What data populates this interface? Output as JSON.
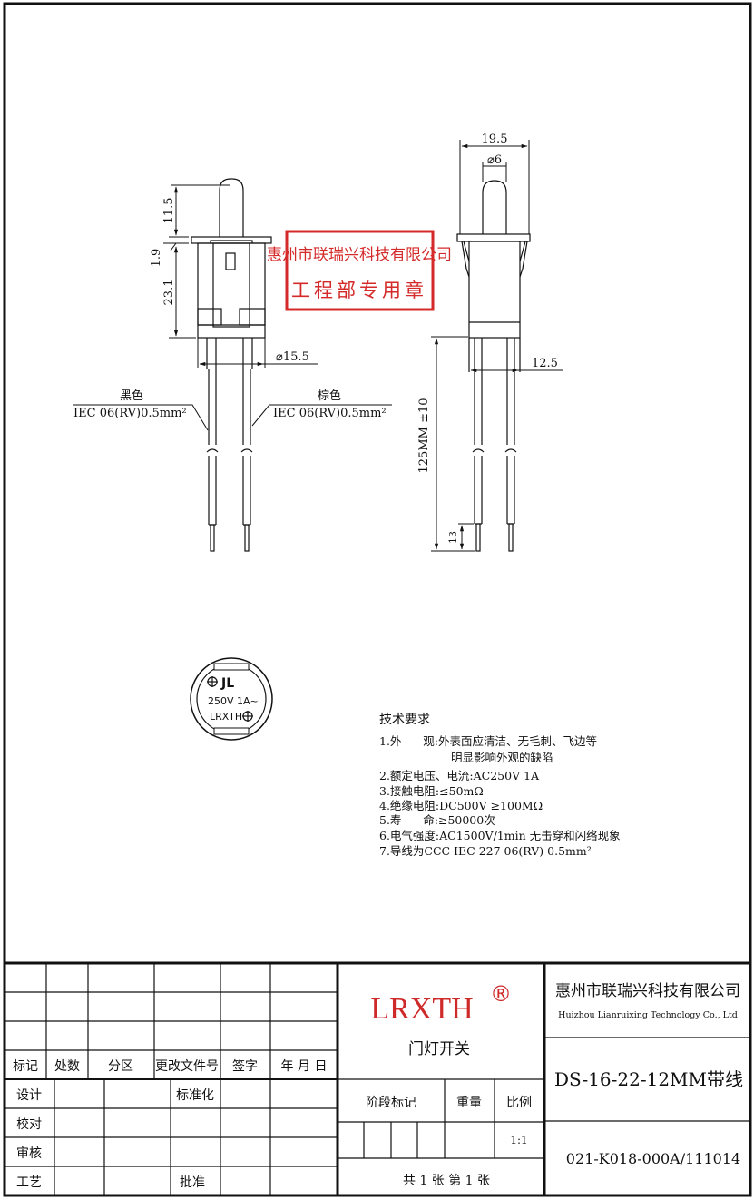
{
  "drawing": {
    "stamp": {
      "line1": "惠州市联瑞兴科技有限公司",
      "line2": "工程部专用章",
      "color": "#d42a2a"
    },
    "front_view": {
      "dims": {
        "top_height": "11.5",
        "flange": "1.9",
        "body_height": "23.1",
        "diameter": "⌀15.5"
      },
      "wire_left": {
        "color_label": "黑色",
        "spec": "IEC 06(RV)0.5mm²"
      },
      "wire_right": {
        "color_label": "棕色",
        "spec": "IEC 06(RV)0.5mm²"
      }
    },
    "side_view": {
      "dims": {
        "width": "19.5",
        "plunger_diameter": "⌀6",
        "pin_spacing": "12.5",
        "wire_length": "125MM ±10",
        "strip_length": "13"
      }
    },
    "marking": {
      "line1": "JL",
      "line2": "250V 1A~",
      "line3": "LRXTH"
    },
    "requirements": {
      "title": "技术要求",
      "items": [
        "1.外      观:外表面应清洁、无毛刺、飞边等",
        "明显影响外观的缺陷",
        "2.额定电压、电流:AC250V 1A",
        "3.接触电阻:≤50mΩ",
        "4.绝缘电阻:DC500V ≥100MΩ",
        "5.寿      命:≥50000次",
        "6.电气强度:AC1500V/1min 无击穿和闪络现象",
        "7.导线为CCC IEC 227 06(RV) 0.5mm²"
      ]
    }
  },
  "title_block": {
    "revision_headers": [
      "标记",
      "处数",
      "分区",
      "更改文件号",
      "签字",
      "年 月 日"
    ],
    "approval_rows": [
      "设计",
      "校对",
      "审核",
      "工艺"
    ],
    "standardization": "标准化",
    "approve": "批准",
    "brand": "LRXTH",
    "registered": "®",
    "brand_color": "#cf2a2a",
    "product_name": "门灯开关",
    "stage_mark": "阶段标记",
    "weight": "重量",
    "scale": "比例",
    "scale_value": "1:1",
    "sheets": "共 1 张 第 1 张",
    "company_cn": "惠州市联瑞兴科技有限公司",
    "company_en": "Huizhou Lianruixing Technology Co., Ltd",
    "model": "DS-16-22-12MM带线",
    "drawing_number": "021-K018-000A/111014"
  }
}
